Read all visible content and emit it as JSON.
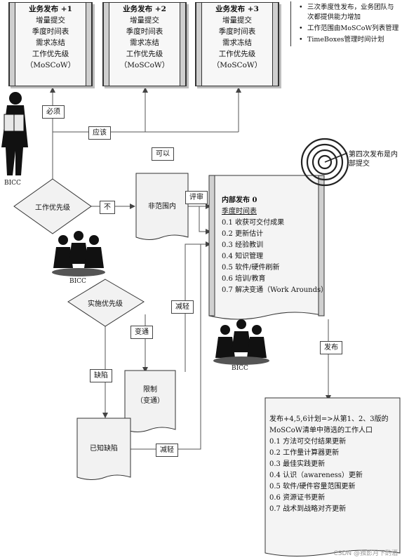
{
  "releases": [
    {
      "title": "业务发布 +1",
      "lines": [
        "增量提交",
        "季度时间表",
        "需求冻结",
        "工作优先级",
        "（MoSCoW）"
      ]
    },
    {
      "title": "业务发布 +2",
      "lines": [
        "增量提交",
        "季度时间表",
        "需求冻结",
        "工作优先级",
        "（MoSCoW）"
      ]
    },
    {
      "title": "业务发布 +3",
      "lines": [
        "增量提交",
        "季度时间表",
        "需求冻结",
        "工作优先级",
        "（MoSCoW）"
      ]
    }
  ],
  "notes": [
    "三次季度性发布，业务团队与次都提供能力增加",
    "工作范围由MoSCoW列表管理",
    "TimeBoxes管理时间计划"
  ],
  "labels": {
    "must": "必须",
    "should": "应该",
    "could": "可以",
    "not": "不",
    "review": "评审",
    "reduce1": "减轻",
    "reduce2": "减轻",
    "workaround": "变通",
    "defect": "缺陷",
    "release": "发布",
    "fourth_release": "第四次发布是内部提交"
  },
  "nodes": {
    "work_priority": "工作优先级",
    "impl_priority": "实施优先级",
    "out_of_scope": "非范围内",
    "limit": "限制",
    "limit_sub": "（变通）",
    "known_defects": "已知缺陷"
  },
  "bicc": [
    "BICC",
    "BICC",
    "BICC"
  ],
  "internal": {
    "title": "内部发布 0",
    "subtitle": "季度时间表",
    "items": [
      "0.1 收获可交付成果",
      "0.2 更新估计",
      "0.3 经验教训",
      "0.4 知识管理",
      "0.5 软件/硬件刷新",
      "0.6 培训/教育",
      "0.7 解决变通（Work Arounds）"
    ]
  },
  "plan": {
    "intro": [
      "发布+4,5,6计划=>从第1、2、3版的",
      "MoSCoW清单中筛选的工作人口"
    ],
    "items": [
      "0.1 方法可交付结果更新",
      "0.2 工作量计算器更新",
      "0.3 最佳实践更新",
      "0.4 认识（awareness）更新",
      "0.5 软件/硬件容量范围更新",
      "0.6 资源证书更新",
      "0.7 战术到战略对齐更新"
    ]
  },
  "watermark": "CSDN @独影月下酌酒"
}
